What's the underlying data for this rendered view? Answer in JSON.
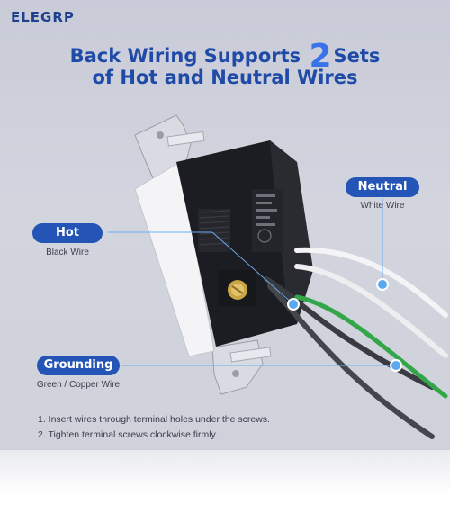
{
  "brand": "ELEGRP",
  "headline": {
    "line1_before": "Back Wiring Supports ",
    "line1_number": "2",
    "line1_after": "Sets",
    "line2": "of Hot and Neutral Wires"
  },
  "callouts": {
    "hot": {
      "label": "Hot",
      "sub": "Black Wire"
    },
    "neutral": {
      "label": "Neutral",
      "sub": "White Wire"
    },
    "grounding": {
      "label": "Grounding",
      "sub": "Green / Copper Wire"
    }
  },
  "steps": [
    "1. Insert wires through terminal holes under the screws.",
    "2. Tighten terminal screws clockwise firmly."
  ],
  "colors": {
    "brand_blue": "#1f3f8f",
    "headline_blue": "#1f4aa8",
    "accent_blue": "#3a72e8",
    "pill_blue": "#2354b6",
    "callout_dot": "#5aa8f0"
  }
}
